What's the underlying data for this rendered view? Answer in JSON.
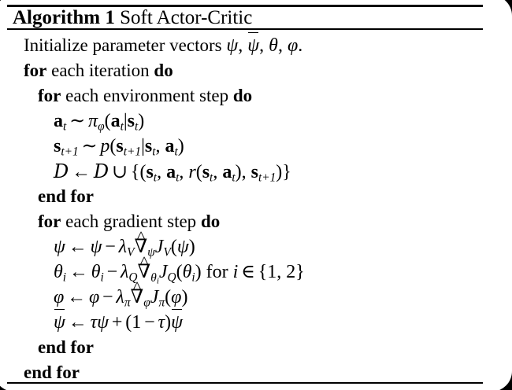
{
  "document": {
    "type": "algorithm-pseudocode-float",
    "title_label": "Algorithm 1",
    "title_name": "Soft Actor-Critic",
    "ink_color": "#000000",
    "paper_color": "#ffffff"
  },
  "lines": [
    {
      "id": "line-initialize",
      "indent": 0,
      "text": "Initialize parameter vectors ψ, ψ̄, θ, φ.",
      "keywords": []
    },
    {
      "id": "line-for-iteration",
      "indent": 0,
      "text": "for each iteration do",
      "keywords": [
        "for",
        "do"
      ]
    },
    {
      "id": "line-for-env-step",
      "indent": 1,
      "text": "for each environment step do",
      "keywords": [
        "for",
        "do"
      ]
    },
    {
      "id": "line-sample-action",
      "indent": 2,
      "text": "a_t ∼ π_φ(a_t|s_t)",
      "keywords": []
    },
    {
      "id": "line-sample-next-state",
      "indent": 2,
      "text": "s_{t+1} ∼ p(s_{t+1}|s_t, a_t)",
      "keywords": []
    },
    {
      "id": "line-replay-buffer",
      "indent": 2,
      "text": "D ← D ∪ {(s_t, a_t, r(s_t, a_t), s_{t+1})}",
      "keywords": []
    },
    {
      "id": "line-end-for-env",
      "indent": 1,
      "text": "end for",
      "keywords": [
        "end for"
      ]
    },
    {
      "id": "line-for-grad-step",
      "indent": 1,
      "text": "for each gradient step do",
      "keywords": [
        "for",
        "do"
      ]
    },
    {
      "id": "line-update-psi",
      "indent": 2,
      "text": "ψ ← ψ − λ_V ∇̂_ψ J_V(ψ)",
      "keywords": []
    },
    {
      "id": "line-update-theta",
      "indent": 2,
      "text": "θ_i ← θ_i − λ_Q ∇̂_{θ_i} J_Q(θ_i) for i ∈ {1, 2}",
      "keywords": [
        "for"
      ]
    },
    {
      "id": "line-update-phi",
      "indent": 2,
      "text": "φ ← φ − λ_π ∇̂_φ J_π(φ)",
      "keywords": []
    },
    {
      "id": "line-update-psi-bar",
      "indent": 2,
      "text": "ψ̄ ← τψ + (1 − τ)ψ̄",
      "keywords": []
    },
    {
      "id": "line-end-for-grad",
      "indent": 1,
      "text": "end for",
      "keywords": [
        "end for"
      ]
    },
    {
      "id": "line-end-for-iteration",
      "indent": 0,
      "text": "end for",
      "keywords": [
        "end for"
      ]
    }
  ],
  "tokens": {
    "initialize_prefix": "Initialize parameter vectors",
    "psi": "ψ",
    "theta": "θ",
    "phi": "φ",
    "tau": "τ",
    "pi": "π",
    "lambda": "λ",
    "nabla": "∇",
    "sim": "∼",
    "gets": "←",
    "minus": "−",
    "plus": "+",
    "cup": "∪",
    "in": "∈",
    "mid": "|",
    "comma": ",",
    "period": ".",
    "kw_for": "for",
    "kw_do": "do",
    "kw_end_for": "end for",
    "word_each": "each",
    "word_iteration": "iteration",
    "word_environment": "environment",
    "word_gradient": "gradient",
    "word_step": "step",
    "word_for_italic": "for",
    "sub_t": "t",
    "sub_t1": "t+1",
    "sub_i": "i",
    "sub_V": "V",
    "sub_Q": "Q",
    "sub_pi": "π",
    "letter_a": "a",
    "letter_s": "s",
    "letter_p": "p",
    "letter_r": "r",
    "letter_J": "J",
    "letter_D": "D",
    "letter_i": "i",
    "one": "1",
    "two": "2",
    "lparen": "(",
    "rparen": ")",
    "lbrace": "{",
    "rbrace": "}"
  }
}
